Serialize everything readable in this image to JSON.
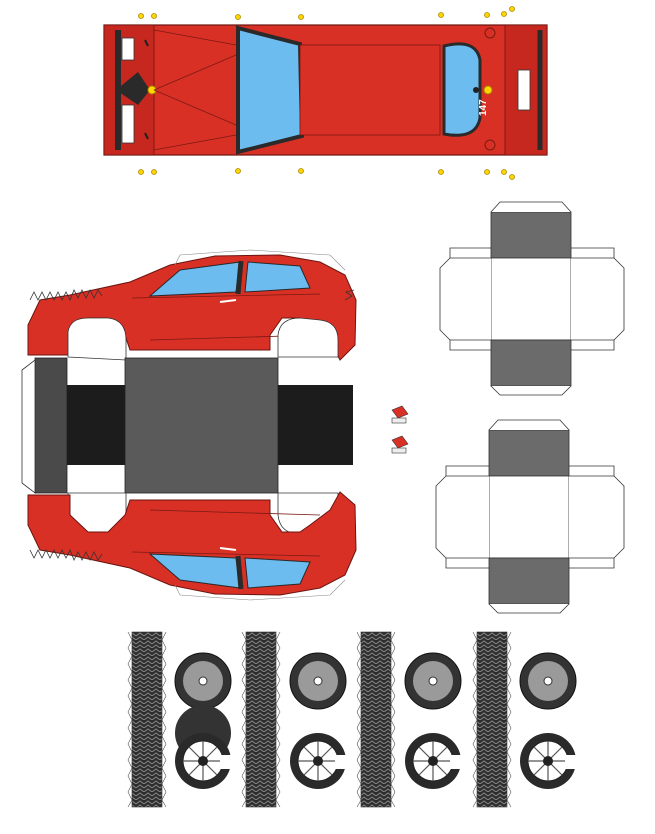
{
  "colors": {
    "body": "#d93025",
    "body_dark": "#a61a14",
    "glass": "#6cbcf0",
    "chassis_grey": "#5a5a5a",
    "chassis_black": "#1c1c1c",
    "box_grey": "#6b6b6b",
    "tire": "#333333",
    "hub": "#9a9a9a",
    "pin": "#ffd400"
  },
  "car_roof": {
    "badge_text": "147"
  },
  "sheet_parts": {
    "roof_piece": "roof-and-hood-strip",
    "side_piece": "body-sides-and-floor",
    "boxes": [
      "support-box-1",
      "support-box-2"
    ],
    "wheels": 4,
    "icon": "papercraft-car-template"
  }
}
